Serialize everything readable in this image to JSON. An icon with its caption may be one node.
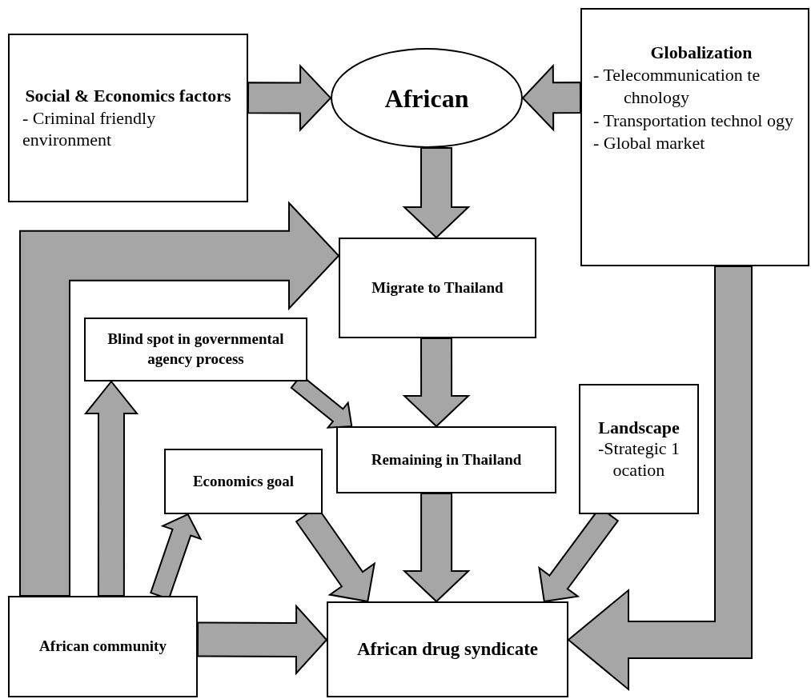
{
  "diagram": {
    "nodes": [
      {
        "text": [
          "Social & Economics factors",
          "- Criminal friendly environment"
        ]
      },
      {
        "text": [
          "African"
        ]
      },
      {
        "text": [
          "Globalization",
          "- Telecommunication te chnology",
          "- Transportation technol ogy",
          "- Global market"
        ]
      },
      {
        "text": [
          "Migrate to Thailand"
        ]
      },
      {
        "text": [
          "Blind spot in governmental agency process"
        ]
      },
      {
        "text": [
          "Remaining in Thailand"
        ]
      },
      {
        "text": [
          "Landscape",
          "-Strategic 1 ocation"
        ]
      },
      {
        "text": [
          "Economics goal"
        ]
      },
      {
        "text": [
          "African community"
        ]
      },
      {
        "text": [
          "African drug syndicate"
        ]
      }
    ],
    "edges": [
      {
        "from": 0,
        "to": 1,
        "arrow": "to"
      },
      {
        "from": 2,
        "to": 1,
        "arrow": "to"
      },
      {
        "from": 1,
        "to": 3,
        "arrow": "to"
      },
      {
        "from": 8,
        "to": 3,
        "arrow": "to"
      },
      {
        "from": 8,
        "to": 4,
        "arrow": "to"
      },
      {
        "from": 4,
        "to": 5,
        "arrow": "to"
      },
      {
        "from": 3,
        "to": 5,
        "arrow": "to"
      },
      {
        "from": 8,
        "to": 7,
        "arrow": "to"
      },
      {
        "from": 7,
        "to": 9,
        "arrow": "to"
      },
      {
        "from": 5,
        "to": 9,
        "arrow": "to"
      },
      {
        "from": 6,
        "to": 9,
        "arrow": "to"
      },
      {
        "from": 8,
        "to": 9,
        "arrow": "to"
      },
      {
        "from": 2,
        "to": 9,
        "arrow": "to"
      }
    ]
  }
}
